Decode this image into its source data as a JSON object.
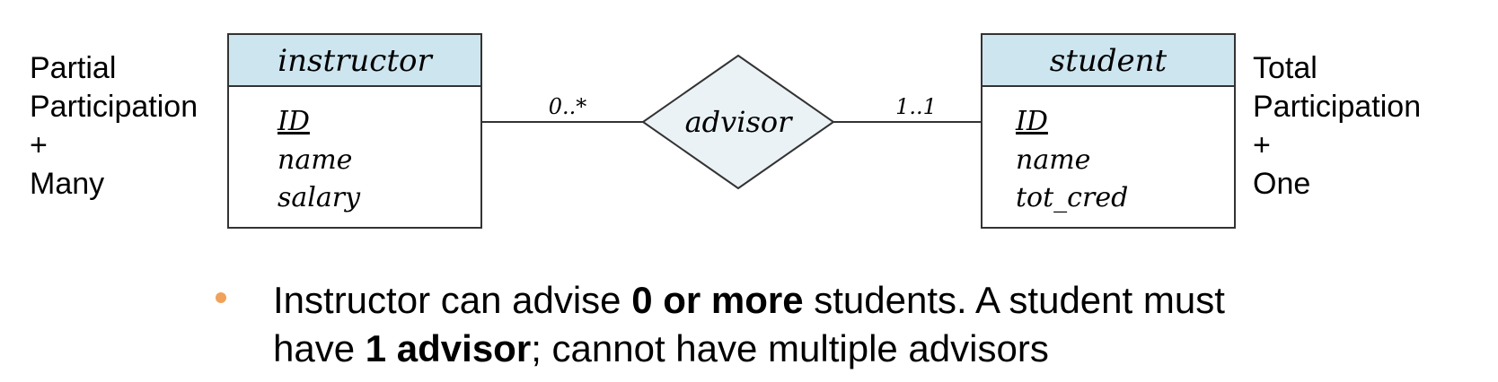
{
  "left_note": {
    "lines": [
      "Partial",
      "Participation",
      "+",
      "Many"
    ]
  },
  "right_note": {
    "lines": [
      "Total",
      "Participation",
      "+",
      "One"
    ]
  },
  "entities": {
    "instructor": {
      "name": "instructor",
      "attributes": [
        "ID",
        "name",
        "salary"
      ],
      "key": "ID"
    },
    "student": {
      "name": "student",
      "attributes": [
        "ID",
        "name",
        "tot_cred"
      ],
      "key": "ID"
    }
  },
  "relationship": {
    "name": "advisor"
  },
  "cardinalities": {
    "left": "0..*",
    "right": "1..1"
  },
  "bullet": {
    "part1": "Instructor can advise ",
    "bold1": "0 or more",
    "part2": " students.  A student must",
    "part3": "have ",
    "bold2": "1 advisor",
    "part4": "; cannot have multiple advisors"
  },
  "colors": {
    "entity_header_fill": "#cde5ef",
    "relationship_fill": "#eaf2f6",
    "bullet": "#f0a25a",
    "stroke": "#333333"
  }
}
